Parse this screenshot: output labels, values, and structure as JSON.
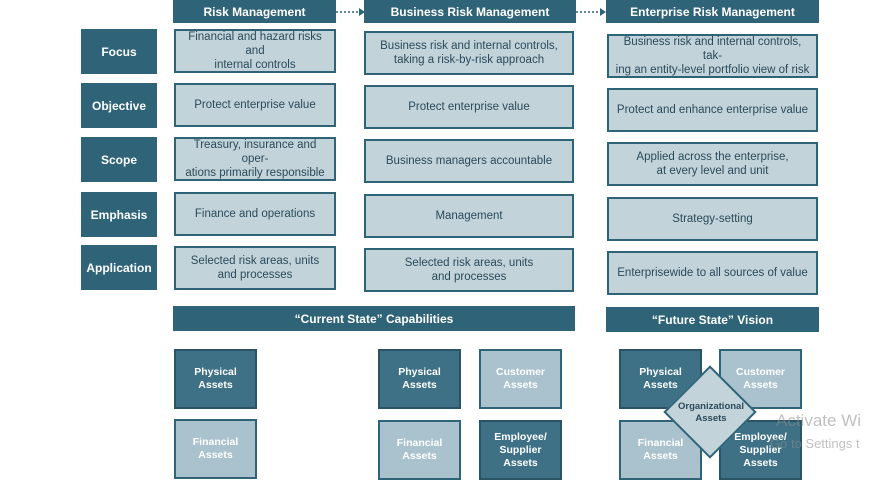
{
  "columns": [
    {
      "title": "Risk Management"
    },
    {
      "title": "Business Risk Management"
    },
    {
      "title": "Enterprise Risk Management"
    }
  ],
  "rows": [
    {
      "label": "Focus",
      "cells": [
        "Financial and hazard risks and\ninternal controls",
        "Business risk and internal controls,\ntaking a risk-by-risk approach",
        "Business risk and internal controls, tak-\ning an entity-level portfolio view of risk"
      ]
    },
    {
      "label": "Objective",
      "cells": [
        "Protect enterprise value",
        "Protect enterprise value",
        "Protect and enhance enterprise value"
      ]
    },
    {
      "label": "Scope",
      "cells": [
        "Treasury, insurance and oper-\nations primarily responsible",
        "Business managers accountable",
        "Applied across the enterprise,\nat every level and unit"
      ]
    },
    {
      "label": "Emphasis",
      "cells": [
        "Finance and operations",
        "Management",
        "Strategy-setting"
      ]
    },
    {
      "label": "Application",
      "cells": [
        "Selected risk areas, units\nand processes",
        "Selected risk areas, units\nand processes",
        "Enterprisewide to all sources of value"
      ]
    }
  ],
  "bands": {
    "current": "“Current State” Capabilities",
    "future": "“Future State” Vision"
  },
  "assets": {
    "col1": [
      "Physical Assets",
      "Financial\nAssets"
    ],
    "col2": [
      "Physical Assets",
      "Customer\nAssets",
      "Financial\nAssets",
      "Employee/\nSupplier Assets"
    ],
    "col3": [
      "Physical Assets",
      "Customer\nAssets",
      "Financial\nAssets",
      "Employee/\nSupplier Assets"
    ],
    "center": "Organizational\nAssets"
  },
  "watermark": {
    "line1": "Activate Wi",
    "line2": "Go to Settings t"
  },
  "colors": {
    "dark_teal": "#2e6378",
    "light_cell": "#c3d3da",
    "light_asset": "#a9c2cd"
  }
}
